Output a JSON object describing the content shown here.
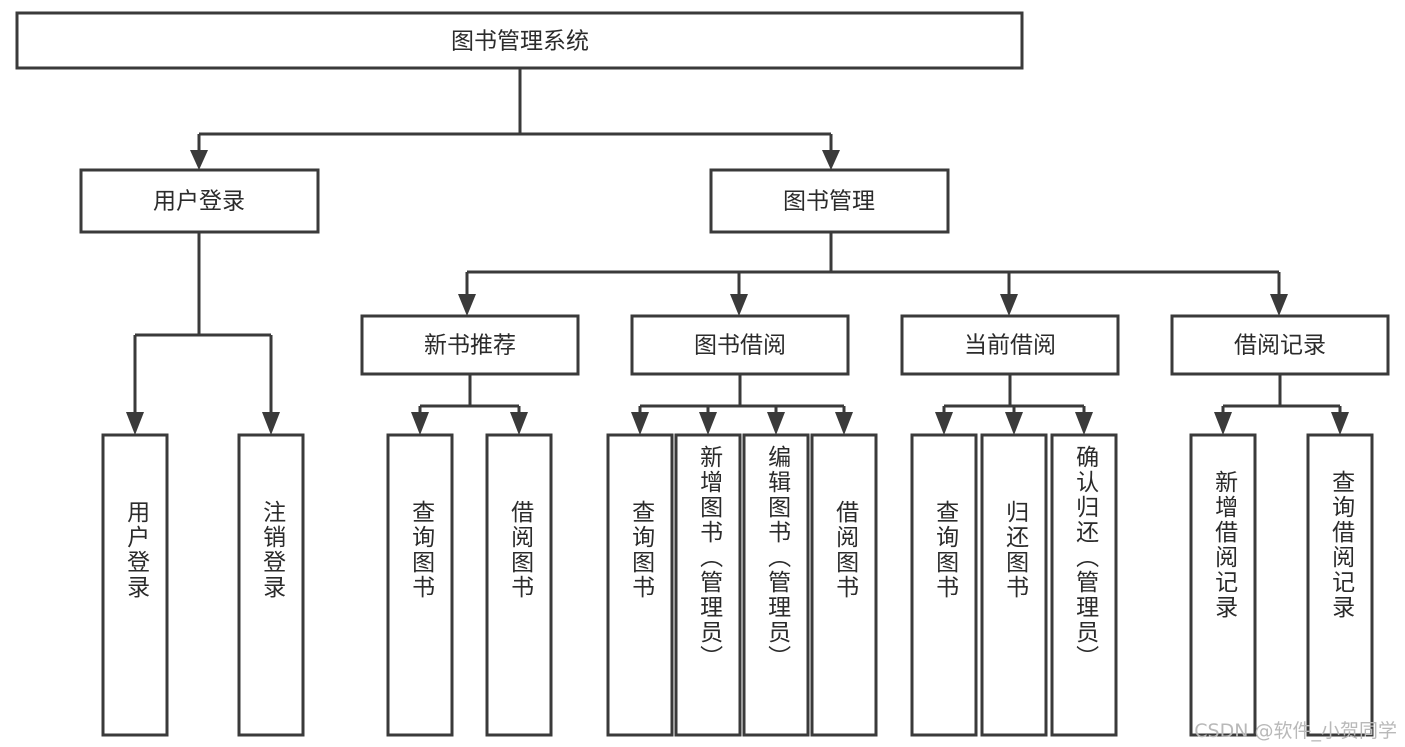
{
  "diagram": {
    "title": "图书管理系统",
    "type": "hierarchy-tree",
    "watermark": "CSDN @软件_小贺同学",
    "levels": {
      "root": {
        "label": "图书管理系统"
      },
      "level2": [
        {
          "label": "用户登录"
        },
        {
          "label": "图书管理"
        }
      ],
      "level3": [
        {
          "label": "新书推荐"
        },
        {
          "label": "图书借阅"
        },
        {
          "label": "当前借阅"
        },
        {
          "label": "借阅记录"
        }
      ]
    },
    "leaves": {
      "user_login": [
        {
          "label": "用户登录"
        },
        {
          "label": "注销登录"
        }
      ],
      "new_book_recommend": [
        {
          "label": "查询图书"
        },
        {
          "label": "借阅图书"
        }
      ],
      "book_borrow": [
        {
          "label": "查询图书"
        },
        {
          "label": "新增图书（管理员）"
        },
        {
          "label": "编辑图书（管理员）"
        },
        {
          "label": "借阅图书"
        }
      ],
      "current_borrow": [
        {
          "label": "查询图书"
        },
        {
          "label": "归还图书"
        },
        {
          "label": "确认归还（管理员）"
        }
      ],
      "borrow_record": [
        {
          "label": "新增借阅记录"
        },
        {
          "label": "查询借阅记录"
        }
      ]
    },
    "colors": {
      "stroke": "#3a3a3a",
      "box_fill": "#ffffff",
      "text": "#2b2b2b",
      "watermark": "#b9b9b9",
      "background": "#ffffff"
    }
  }
}
